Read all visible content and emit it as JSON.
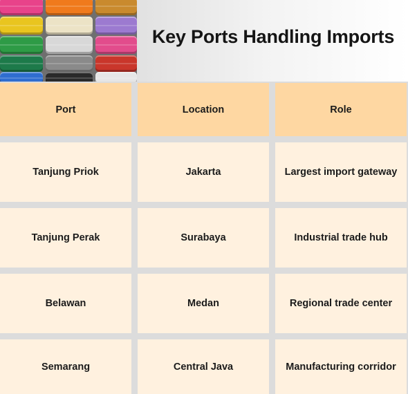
{
  "title": "Key Ports Handling Imports",
  "colors": {
    "header_bg": "#fed7a2",
    "cell_bg": "#fff1df",
    "grid": "#dcdcdc",
    "text": "#1b1b1b"
  },
  "image": {
    "name": "colorful-spools-photo",
    "description_colors": [
      "#e8438a",
      "#f07a1c",
      "#e9c51f",
      "#2e9b46",
      "#9c7ad0",
      "#d8d8d8",
      "#2f6dd0",
      "#c9362b"
    ]
  },
  "table": {
    "headers": [
      "Port",
      "Location",
      "Role"
    ],
    "rows": [
      [
        "Tanjung Priok",
        "Jakarta",
        "Largest import gateway"
      ],
      [
        "Tanjung Perak",
        "Surabaya",
        "Industrial trade hub"
      ],
      [
        "Belawan",
        "Medan",
        "Regional trade center"
      ],
      [
        "Semarang",
        "Central Java",
        "Manufacturing corridor"
      ]
    ]
  }
}
